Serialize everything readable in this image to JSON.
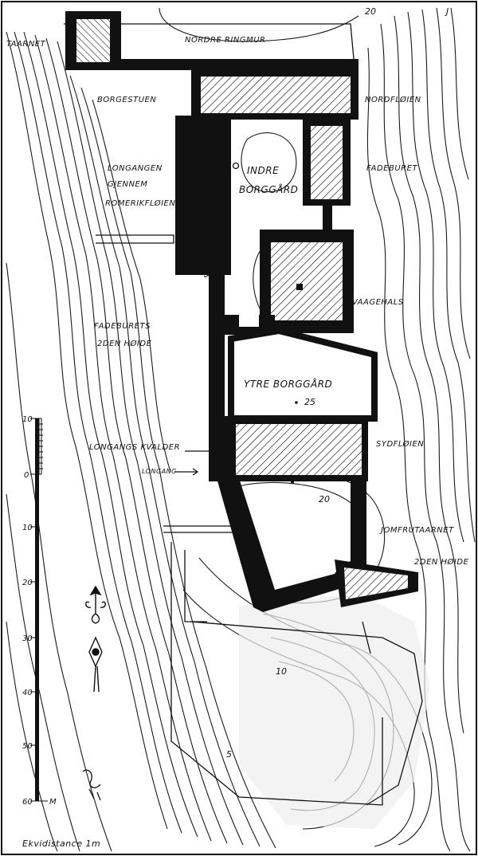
{
  "map": {
    "labels": {
      "tower_nw": "TAARNET",
      "nordre_ringmur": "NORDRE RINGMUR",
      "borgestuen": "BORGESTUEN",
      "nordfloien": "NORDFLØIEN",
      "longangen_1": "LONGANGEN",
      "longangen_2": "GJENNEM",
      "longangen_3": "ROMERIKFLØIEN",
      "indre_1": "INDRE",
      "indre_2": "BORGGÅRD",
      "fadeburet": "FADEBURET",
      "vaagehals": "VAAGEHALS",
      "fadeburet_2_1": "FADEBURETS",
      "fadeburet_2_2": "2DEN HØIDE",
      "ytre": "YTRE BORGGÅRD",
      "longangs_kvalder": "LONGANGS KVALDER",
      "sydfloien": "SYDFLØIEN",
      "longang": "LONGANG",
      "jomfrutaarnet": "JOMFRUTAARNET",
      "jomfru_2": "2DEN HØIDE",
      "scale_unit": "M"
    },
    "contour_values": {
      "top_right": "20",
      "top_right_b": "J",
      "ytre": "25",
      "south": "20",
      "mid_south": "10",
      "low": "5"
    },
    "scale": {
      "ticks": [
        "10",
        "0",
        "10",
        "20",
        "30",
        "40",
        "50",
        "60"
      ]
    },
    "caption": "Ekvidistance 1m"
  }
}
